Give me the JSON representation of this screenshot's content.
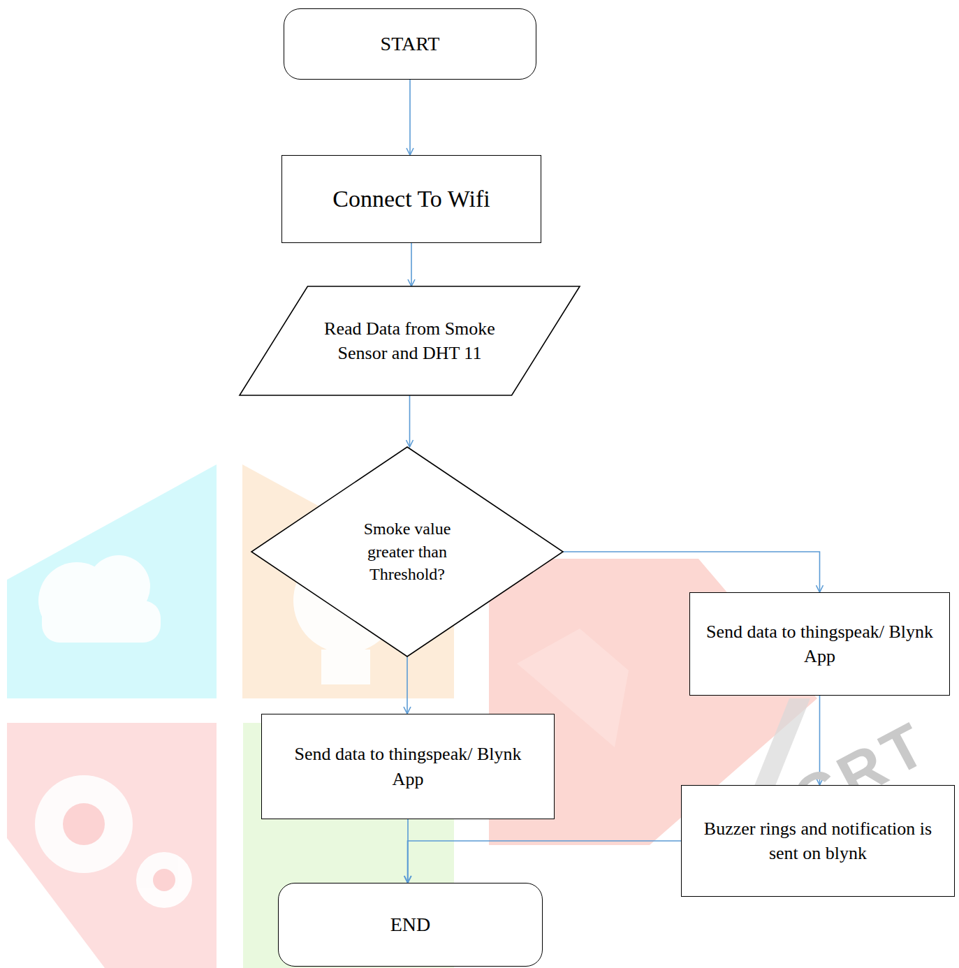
{
  "diagram": {
    "nodes": [
      {
        "text": [
          "START"
        ]
      },
      {
        "text": [
          "Connect To Wifi"
        ]
      },
      {
        "text": [
          "Read Data from Smoke Sensor and DHT 11"
        ]
      },
      {
        "text": [
          "Smoke value greater than Threshold?"
        ]
      },
      {
        "text": [
          "Send data to thingspeak/ Blynk App"
        ]
      },
      {
        "text": [
          "Send data to thingspeak/ Blynk App"
        ]
      },
      {
        "text": [
          "Buzzer rings and notification is sent on blynk"
        ]
      },
      {
        "text": [
          "END"
        ]
      }
    ],
    "edges": [
      {
        "from": 0,
        "to": 1,
        "arrow": "to"
      },
      {
        "from": 1,
        "to": 2,
        "arrow": "to"
      },
      {
        "from": 2,
        "to": 3,
        "arrow": "to"
      },
      {
        "from": 3,
        "to": 4,
        "arrow": "to"
      },
      {
        "from": 3,
        "to": 5,
        "arrow": "to"
      },
      {
        "from": 5,
        "to": 6,
        "arrow": "to"
      },
      {
        "from": 4,
        "to": 7,
        "arrow": "to"
      },
      {
        "from": 6,
        "to": 7,
        "arrow": "to"
      }
    ],
    "labels": [
      "IJCRT"
    ]
  }
}
